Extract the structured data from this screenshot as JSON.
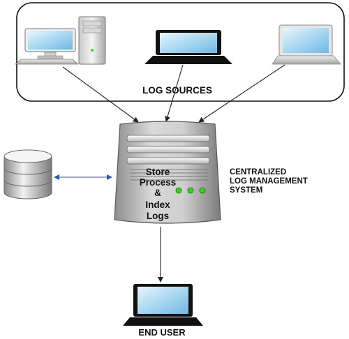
{
  "sources_panel": {
    "label": "LOG SOURCES",
    "devices": [
      {
        "name": "desktop-computer",
        "icon": "desktop-icon"
      },
      {
        "name": "laptop-dark",
        "icon": "laptop-icon"
      },
      {
        "name": "laptop-silver",
        "icon": "laptop-icon"
      }
    ]
  },
  "server": {
    "label_lines": [
      "Store",
      "Process",
      "&",
      "Index",
      "Logs"
    ],
    "icon": "server-icon",
    "status_leds": 3,
    "led_color": "#39d11e"
  },
  "system": {
    "label_lines": [
      "CENTRALIZED",
      "LOG MANAGEMENT",
      "SYSTEM"
    ]
  },
  "database": {
    "icon": "database-icon"
  },
  "end_user": {
    "label": "END USER",
    "icon": "laptop-icon"
  },
  "colors": {
    "screen": "#9fd2ee",
    "arrow": "#222222",
    "db_link": "#2a5aa8",
    "server_body": "#a9a9a9"
  }
}
